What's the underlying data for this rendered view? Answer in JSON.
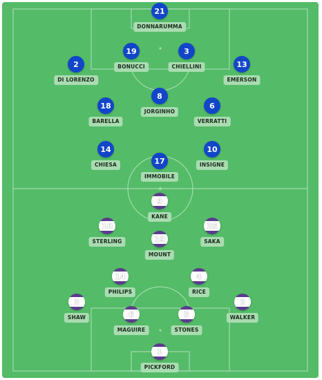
{
  "colors": {
    "pitch": "#54bb68",
    "lines": "#a2dcae",
    "home_shirt": "#1246c9",
    "away_stripe": "#5b3c8c",
    "label_bg": "#a9dcb1"
  },
  "teams": {
    "home": {
      "players": [
        {
          "number": "21",
          "name": "DONNARUMMA"
        },
        {
          "number": "19",
          "name": "BONUCCI"
        },
        {
          "number": "3",
          "name": "CHIELLINI"
        },
        {
          "number": "2",
          "name": "DI LORENZO"
        },
        {
          "number": "13",
          "name": "EMERSON"
        },
        {
          "number": "8",
          "name": "JORGINHO"
        },
        {
          "number": "18",
          "name": "BARELLA"
        },
        {
          "number": "6",
          "name": "VERRATTI"
        },
        {
          "number": "14",
          "name": "CHIESA"
        },
        {
          "number": "17",
          "name": "IMMOBILE"
        },
        {
          "number": "10",
          "name": "INSIGNE"
        }
      ]
    },
    "away": {
      "players": [
        {
          "number": "9",
          "name": "KANE"
        },
        {
          "number": "10",
          "name": "STERLING"
        },
        {
          "number": "25",
          "name": "SAKA"
        },
        {
          "number": "19",
          "name": "MOUNT"
        },
        {
          "number": "14",
          "name": "PHILIPS"
        },
        {
          "number": "4",
          "name": "RICE"
        },
        {
          "number": "3",
          "name": "SHAW"
        },
        {
          "number": "2",
          "name": "WALKER"
        },
        {
          "number": "6",
          "name": "MAGUIRE"
        },
        {
          "number": "5",
          "name": "STONES"
        },
        {
          "number": "1",
          "name": "PICKFORD"
        }
      ]
    }
  }
}
